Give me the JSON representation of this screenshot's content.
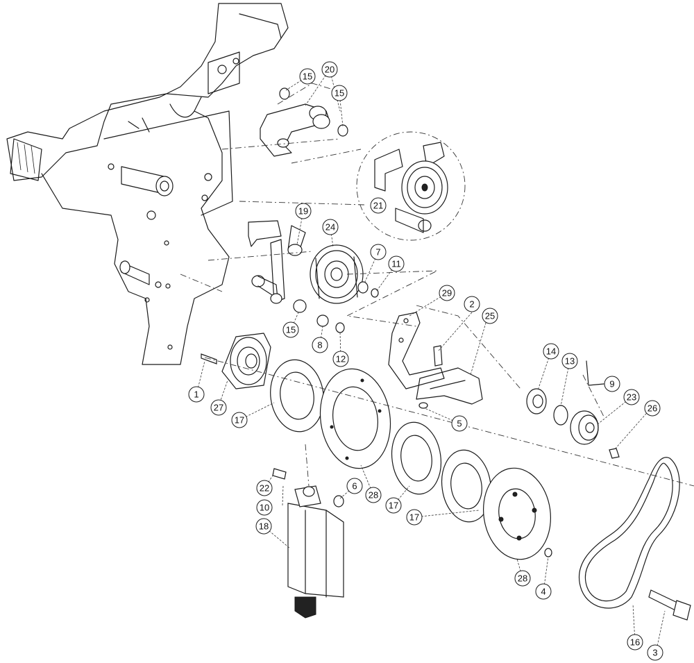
{
  "callouts": [
    {
      "label": "1"
    },
    {
      "label": "2"
    },
    {
      "label": "3"
    },
    {
      "label": "4"
    },
    {
      "label": "5"
    },
    {
      "label": "6"
    },
    {
      "label": "7"
    },
    {
      "label": "8"
    },
    {
      "label": "9"
    },
    {
      "label": "10"
    },
    {
      "label": "11"
    },
    {
      "label": "12"
    },
    {
      "label": "13"
    },
    {
      "label": "14"
    },
    {
      "label": "15"
    },
    {
      "label": "15"
    },
    {
      "label": "15"
    },
    {
      "label": "16"
    },
    {
      "label": "17"
    },
    {
      "label": "17"
    },
    {
      "label": "17"
    },
    {
      "label": "18"
    },
    {
      "label": "19"
    },
    {
      "label": "20"
    },
    {
      "label": "21"
    },
    {
      "label": "22"
    },
    {
      "label": "23"
    },
    {
      "label": "24"
    },
    {
      "label": "25"
    },
    {
      "label": "26"
    },
    {
      "label": "27"
    },
    {
      "label": "28"
    },
    {
      "label": "28"
    },
    {
      "label": "29"
    }
  ]
}
